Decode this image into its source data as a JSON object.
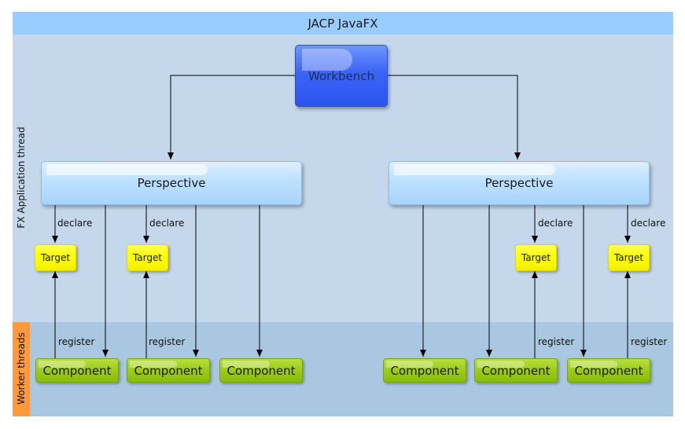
{
  "header": {
    "title": "JACP JavaFX"
  },
  "lanes": {
    "fx": "FX Application thread",
    "worker": "Worker threads"
  },
  "workbench": {
    "label": "Workbench"
  },
  "perspectives": [
    {
      "label": "Perspective"
    },
    {
      "label": "Perspective"
    }
  ],
  "targets": [
    {
      "label": "Target"
    },
    {
      "label": "Target"
    },
    {
      "label": "Target"
    },
    {
      "label": "Target"
    }
  ],
  "components": [
    {
      "label": "Component"
    },
    {
      "label": "Component"
    },
    {
      "label": "Component"
    },
    {
      "label": "Component"
    },
    {
      "label": "Component"
    },
    {
      "label": "Component"
    }
  ],
  "edge_labels": {
    "declare": [
      "declare",
      "declare",
      "declare",
      "declare"
    ],
    "register": [
      "register",
      "register",
      "register",
      "register"
    ]
  },
  "colors": {
    "header": "#99ccff",
    "fx_zone": "#c5d7eb",
    "worker_zone": "#a9c7e1",
    "worker_tag": "#ff9a3c",
    "workbench": "#3a64f5",
    "perspective": "#bde0ff",
    "target": "#ffff00",
    "component": "#9ccc16"
  }
}
